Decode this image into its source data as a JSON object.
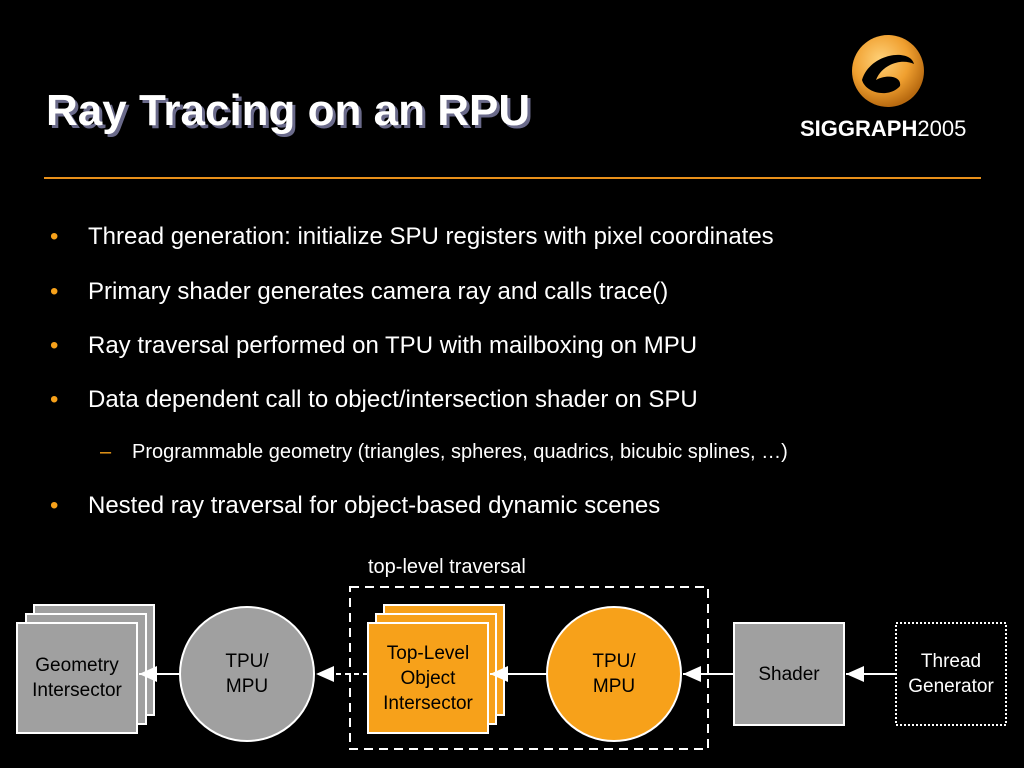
{
  "slide": {
    "title": "Ray Tracing on an RPU",
    "logo": {
      "brand": "SIGGRAPH",
      "year": "2005"
    }
  },
  "bullets": [
    {
      "text": "Thread generation: initialize SPU registers with pixel coordinates"
    },
    {
      "text": "Primary shader generates camera ray and calls trace()"
    },
    {
      "text": "Ray traversal performed on TPU with mailboxing on MPU"
    },
    {
      "text": "Data dependent call to object/intersection shader on SPU",
      "sub": "Programmable geometry (triangles, spheres, quadrics, bicubic splines, …)"
    },
    {
      "text": "Nested ray traversal for object-based dynamic scenes"
    }
  ],
  "diagram": {
    "group_label": "top-level traversal",
    "nodes": {
      "geometry_intersector": [
        "Geometry",
        "Intersector"
      ],
      "tpu_mpu_left": [
        "TPU/",
        "MPU"
      ],
      "top_level_object_intersector": [
        "Top-Level",
        "Object",
        "Intersector"
      ],
      "tpu_mpu_right": [
        "TPU/",
        "MPU"
      ],
      "shader": [
        "Shader"
      ],
      "thread_generator": [
        "Thread",
        "Generator"
      ]
    },
    "colors": {
      "orange": "#f7a11a",
      "gray": "#a0a0a0",
      "accent_rule": "#e8901a"
    }
  }
}
